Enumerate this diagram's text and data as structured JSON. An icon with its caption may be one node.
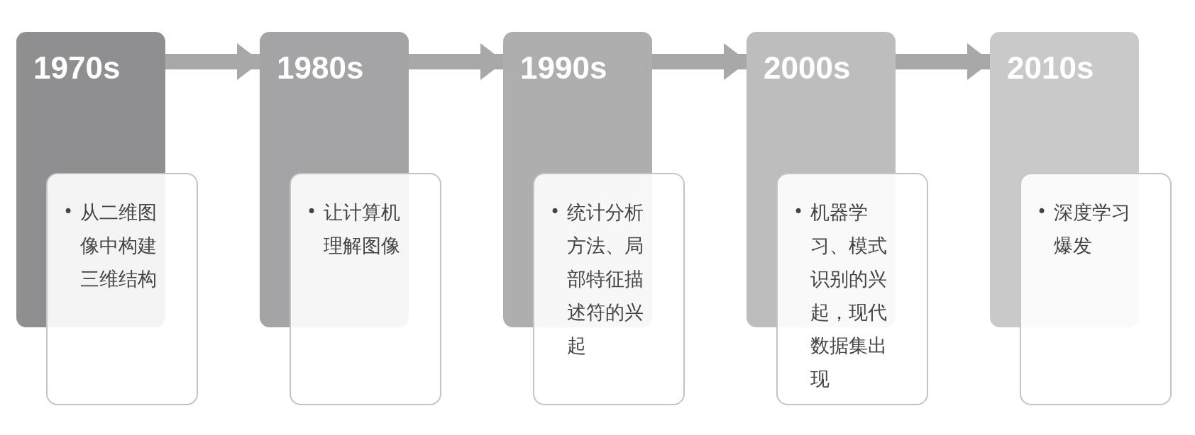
{
  "diagram": {
    "nodes": [
      {
        "text": [
          "1970s"
        ]
      },
      {
        "text": [
          "•",
          "从二维图像中构建三维结构"
        ]
      },
      {
        "text": [
          "1980s"
        ]
      },
      {
        "text": [
          "•",
          "让计算机理解图像"
        ]
      },
      {
        "text": [
          "1990s"
        ]
      },
      {
        "text": [
          "•",
          "统计分析方法、局部特征描述符的兴起"
        ]
      },
      {
        "text": [
          "2000s"
        ]
      },
      {
        "text": [
          "•",
          "机器学习、模式识别的兴起，现代数据集出现"
        ]
      },
      {
        "text": [
          "2010s"
        ]
      },
      {
        "text": [
          "•",
          "深度学习爆发"
        ]
      }
    ],
    "edges": [
      {
        "from": 0,
        "to": 2,
        "arrow": "to"
      },
      {
        "from": 2,
        "to": 4,
        "arrow": "to"
      },
      {
        "from": 4,
        "to": 6,
        "arrow": "to"
      },
      {
        "from": 6,
        "to": 8,
        "arrow": "to"
      }
    ]
  }
}
